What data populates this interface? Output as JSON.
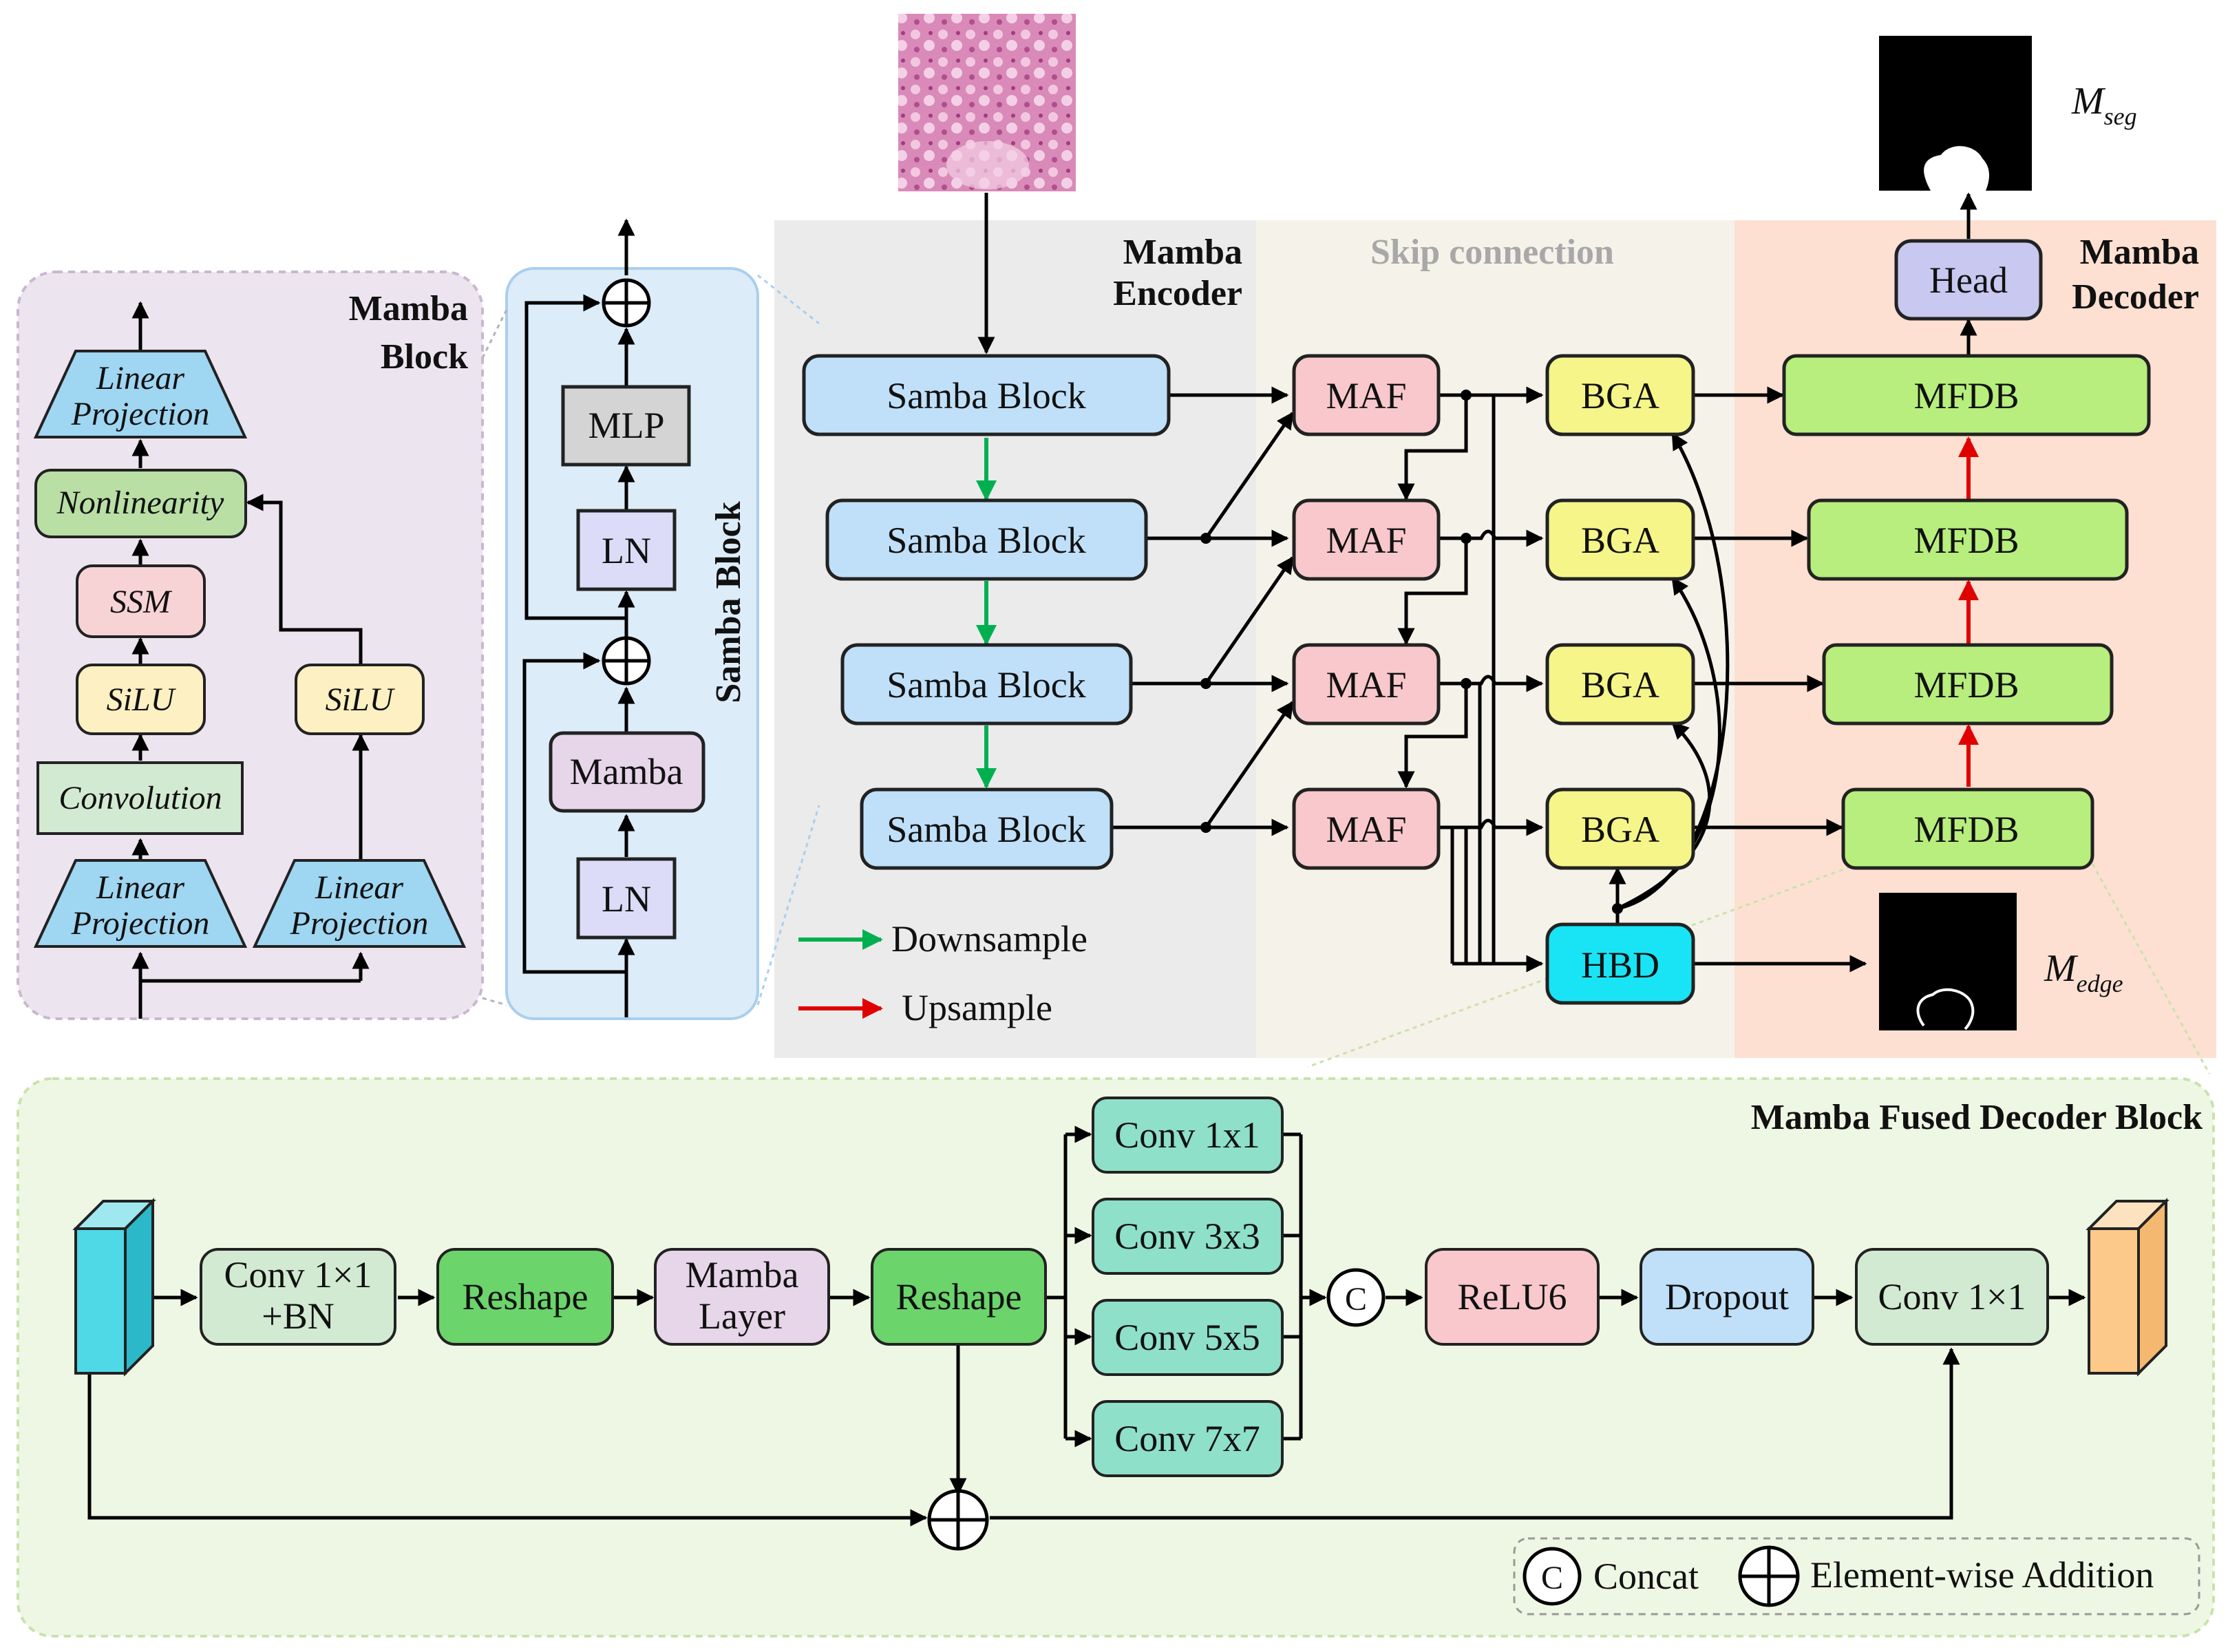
{
  "mamba_block": {
    "title_line1": "Mamba",
    "title_line2": "Block",
    "linear_projection_top_l1": "Linear",
    "linear_projection_top_l2": "Projection",
    "nonlinearity": "Nonlinearity",
    "ssm": "SSM",
    "silu_left": "SiLU",
    "silu_right": "SiLU",
    "convolution": "Convolution",
    "linear_projection_left_l1": "Linear",
    "linear_projection_left_l2": "Projection",
    "linear_projection_right_l1": "Linear",
    "linear_projection_right_l2": "Projection"
  },
  "samba_block_detail": {
    "title": "Samba Block",
    "mlp": "MLP",
    "ln_top": "LN",
    "mamba": "Mamba",
    "ln_bottom": "LN"
  },
  "encoder": {
    "title_line1": "Mamba",
    "title_line2": "Encoder",
    "blocks": [
      "Samba Block",
      "Samba Block",
      "Samba Block",
      "Samba Block"
    ]
  },
  "skip": {
    "title": "Skip connection",
    "maf": [
      "MAF",
      "MAF",
      "MAF",
      "MAF"
    ],
    "bga": [
      "BGA",
      "BGA",
      "BGA",
      "BGA"
    ],
    "hbd": "HBD"
  },
  "decoder": {
    "title_line1": "Mamba",
    "title_line2": "Decoder",
    "head": "Head",
    "mfdb": [
      "MFDB",
      "MFDB",
      "MFDB",
      "MFDB"
    ],
    "m_seg": "M",
    "m_seg_sub": "seg",
    "m_edge": "M",
    "m_edge_sub": "edge"
  },
  "legend_top": {
    "downsample": "Downsample",
    "upsample": "Upsample"
  },
  "mfdb_detail": {
    "title": "Mamba Fused Decoder Block",
    "conv1_bn_l1": "Conv 1×1",
    "conv1_bn_l2": "+BN",
    "reshape_1": "Reshape",
    "mamba_layer_l1": "Mamba",
    "mamba_layer_l2": "Layer",
    "reshape_2": "Reshape",
    "conv_branches": [
      "Conv 1x1",
      "Conv 3x3",
      "Conv 5x5",
      "Conv 7x7"
    ],
    "concat_symbol": "C",
    "relu6": "ReLU6",
    "dropout": "Dropout",
    "conv_final": "Conv 1×1"
  },
  "legend_bottom": {
    "concat_symbol": "C",
    "concat": "Concat",
    "addition": "Element-wise Addition"
  },
  "colors": {
    "samba_blue": "#bfe0f8",
    "maf_pink": "#f8c8cc",
    "bga_yellow": "#f5f58a",
    "mfdb_green": "#b7ee7d",
    "hbd_cyan": "#19e4f5",
    "head_purple": "#c8c8f0",
    "downsample_arrow": "#00b050",
    "upsample_arrow": "#e00000"
  }
}
